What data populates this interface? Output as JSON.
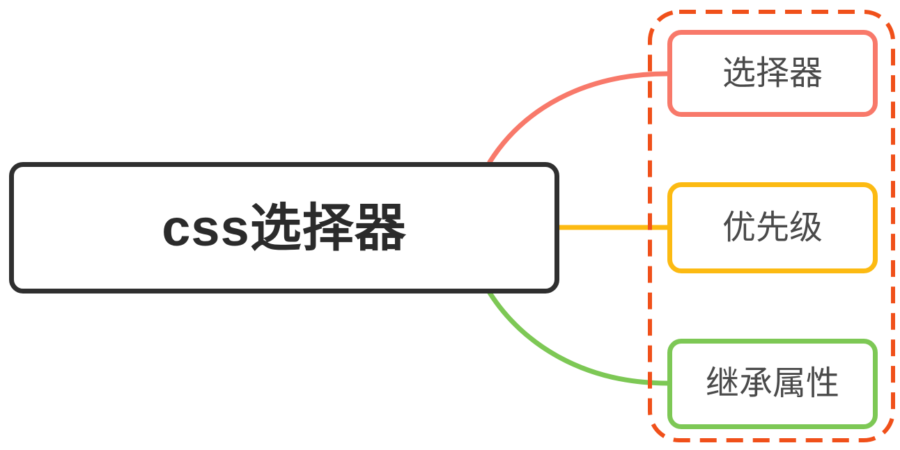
{
  "canvas": {
    "background": "#ffffff"
  },
  "mindmap": {
    "root": {
      "label": "css选择器",
      "border_color": "#2f2f2f",
      "text_color": "#2b2b2b",
      "fill": "#ffffff"
    },
    "group": {
      "border_color": "#f0501a",
      "border_style": "dashed"
    },
    "branches": [
      {
        "id": "selector",
        "label": "选择器",
        "color": "#f8796a"
      },
      {
        "id": "priority",
        "label": "优先级",
        "color": "#fcba12"
      },
      {
        "id": "inherit",
        "label": "继承属性",
        "color": "#7dc855"
      }
    ],
    "branch_text_color": "#4a4a4a"
  }
}
